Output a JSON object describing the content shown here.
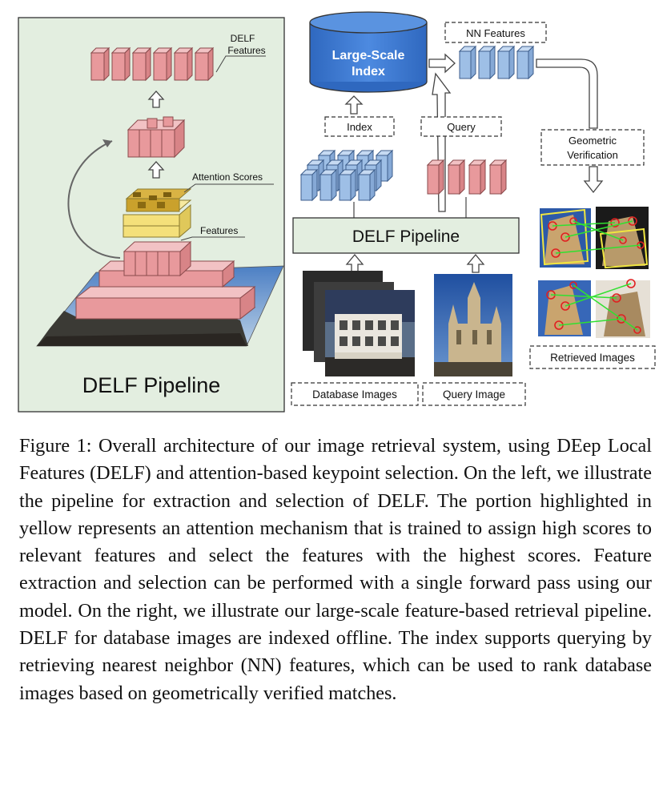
{
  "figure": {
    "left_panel": {
      "title": "DELF Pipeline",
      "labels": {
        "delf_features_line1": "DELF",
        "delf_features_line2": "Features",
        "attention_scores": "Attention Scores",
        "features": "Features"
      }
    },
    "right_panel": {
      "large_scale_index_line1": "Large-Scale",
      "large_scale_index_line2": "Index",
      "nn_features": "NN Features",
      "index": "Index",
      "query": "Query",
      "delf_pipeline": "DELF Pipeline",
      "geometric_verification_line1": "Geometric",
      "geometric_verification_line2": "Verification",
      "retrieved_images": "Retrieved Images",
      "database_images": "Database Images",
      "query_image": "Query Image"
    },
    "colors": {
      "panel_bg": "#e3eee0",
      "feature_red": "#e8999c",
      "feature_blue": "#9ebfe6",
      "attention_yellow": "#f4e07a",
      "index_blue": "#3d79d0",
      "pipeline_box": "#e3eee0"
    }
  },
  "caption": {
    "text": "Figure 1: Overall architecture of our image retrieval system, using DEep Local Features (DELF) and attention-based keypoint selection. On the left, we illustrate the pipeline for extraction and selection of DELF. The portion highlighted in yellow represents an attention mechanism that is trained to assign high scores to relevant features and select the features with the highest scores. Feature extraction and selection can be performed with a single forward pass using our model. On the right, we illustrate our large-scale feature-based retrieval pipeline. DELF for database images are indexed offline. The index supports querying by retrieving nearest neighbor (NN) features, which can be used to rank database images based on geometrically verified matches."
  }
}
